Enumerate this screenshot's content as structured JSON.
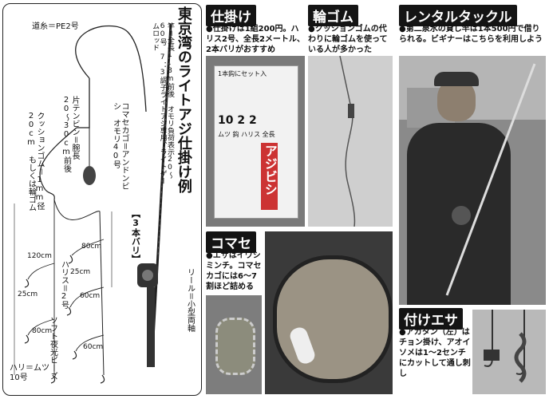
{
  "main_title": "東京湾のライトアジ仕掛け例",
  "diagram": {
    "michi_ito": "道糸＝PE2号",
    "rod_label": "竿＝全長1.8m前後 オモリ負荷表示20〜60号 7：3調子ライトアジ専用、ライトゲームロッド",
    "tenbin": "片テンビン＝腕長20〜30cm前後",
    "cushion": "クッションゴム＝1mm径 20cm もしくは輪ゴム",
    "komase_kago": "コマセカゴ＝アンドンビシ オモリ40号",
    "three_hooks": "【3本バリ】",
    "dim_120": "120cm",
    "dim_80_top": "80cm",
    "dim_25_left": "25cm",
    "dim_25_mid": "25cm",
    "dim_60_upper": "60cm",
    "harisu": "ハリス＝2号",
    "soft_beads": "ソフト夜光ビーズ",
    "dim_80_left": "80cm",
    "dim_60_lower": "60cm",
    "hook": "ハリ＝ムツ10号",
    "reel": "リール＝小型両軸"
  },
  "shikake": {
    "title": "仕掛け",
    "caption": "●仕掛けは1組200円。ハリス2号、全長2メートル、2本バリがおすすめ",
    "package_title": "アジビシ",
    "package_top": "1本鈎にセット入",
    "package_nums": "10 2 2",
    "package_sub": "ムツ 鈎 ハリス 全長"
  },
  "wagomu": {
    "title": "輪ゴム",
    "caption": "●クッションゴムの代わりに輪ゴムを使っている人が多かった"
  },
  "rental": {
    "title": "レンタルタックル",
    "caption": "●第二泉水の貸し竿は1本500円で借りられる。ビギナーはこちらを利用しよう"
  },
  "komase": {
    "title": "コマセ",
    "caption": "●エサはイワシミンチ。コマセカゴには6〜7割ほど詰める"
  },
  "tsukeesa": {
    "title": "付けエサ",
    "caption": "●アカタン（左）はチョン掛け、アオイソメは1〜2センチにカットして通し刺し"
  }
}
